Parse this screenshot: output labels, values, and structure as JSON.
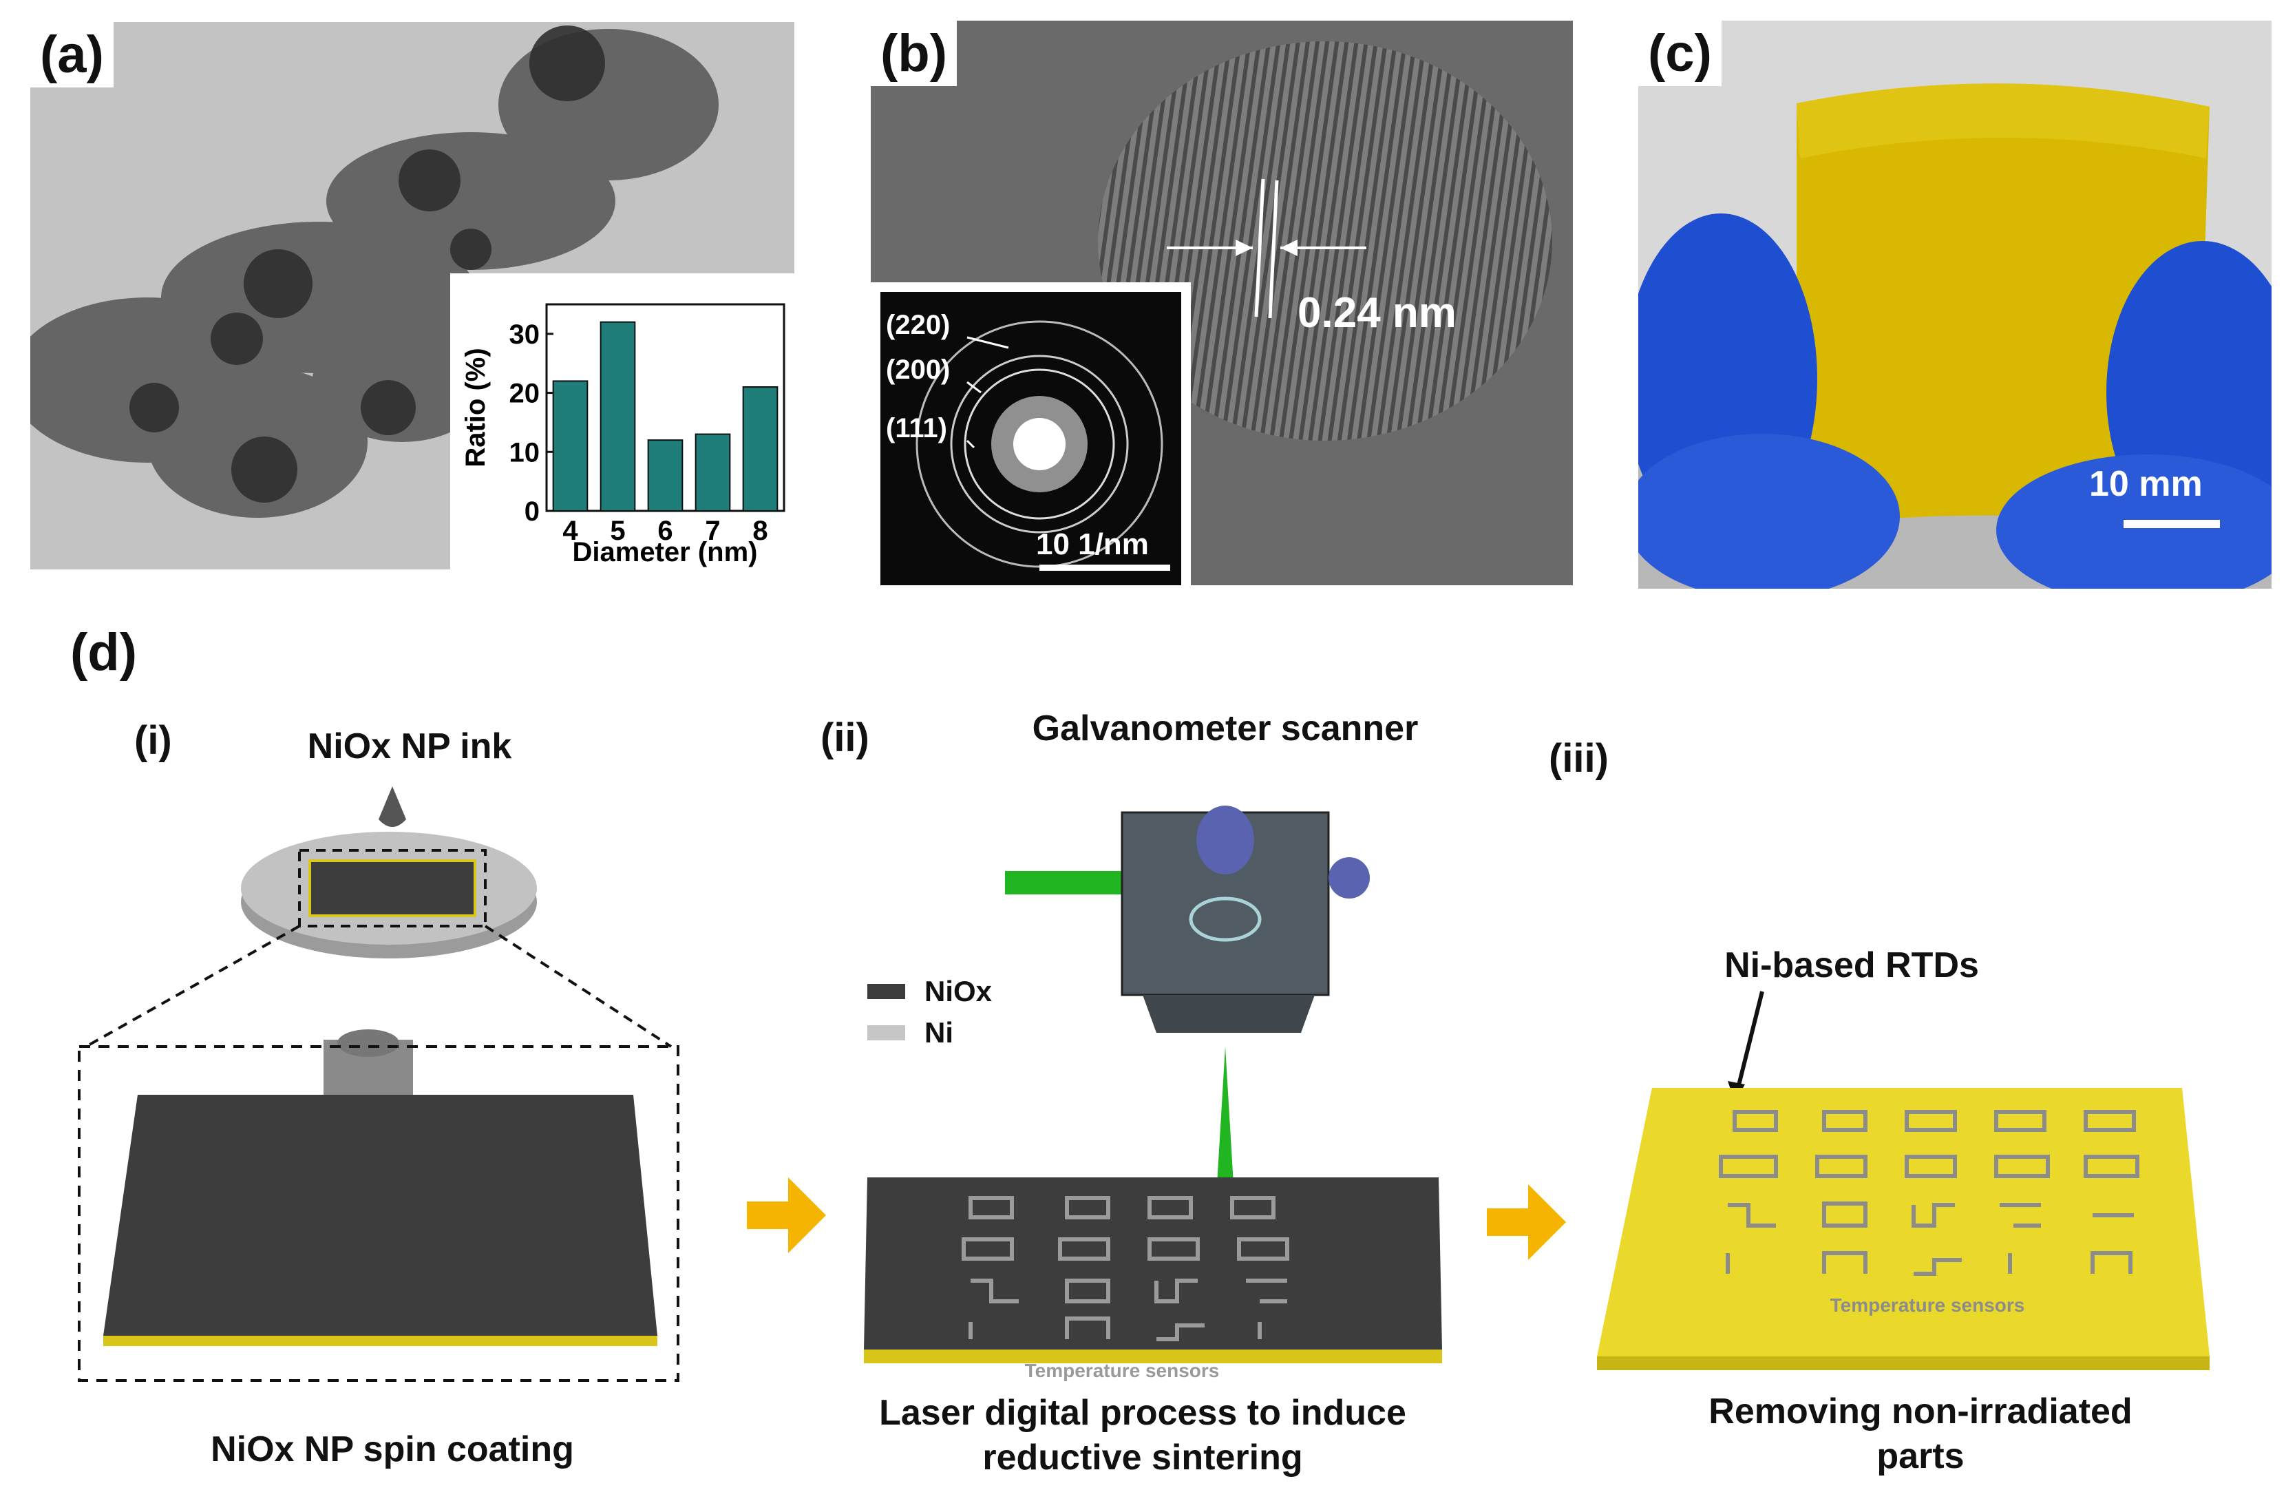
{
  "panels": {
    "a": {
      "letter": "(a)",
      "chart_data": {
        "type": "bar",
        "categories": [
          "4",
          "5",
          "6",
          "7",
          "8"
        ],
        "values": [
          22,
          32,
          12,
          13,
          21
        ],
        "xlabel": "Diameter (nm)",
        "ylabel": "Ratio (%)",
        "ylim": [
          0,
          35
        ],
        "yticks": [
          "0",
          "10",
          "20",
          "30"
        ],
        "bar_color": "#1f7e7a"
      }
    },
    "b": {
      "letter": "(b)",
      "lattice_label": "0.24 nm",
      "saed_labels": [
        "(220)",
        "(200)",
        "(111)"
      ],
      "scale_label": "10 1/nm"
    },
    "c": {
      "letter": "(c)",
      "scale_label": "10 mm"
    },
    "d": {
      "letter": "(d)",
      "steps": [
        {
          "numeral": "(i)",
          "top_label": "NiOx NP ink",
          "caption": "NiOx NP spin coating"
        },
        {
          "numeral": "(ii)",
          "top_label": "Galvanometer scanner",
          "caption_line1": "Laser digital process to induce",
          "caption_line2": "reductive sintering"
        },
        {
          "numeral": "(iii)",
          "top_label": "Ni-based RTDs",
          "caption_line1": "Removing non-irradiated",
          "caption_line2": "parts"
        }
      ],
      "legend": [
        {
          "label": "NiOx",
          "color": "#3c3c3c"
        },
        {
          "label": "Ni",
          "color": "#c6c6c6"
        }
      ],
      "substrate_text": "Temperature sensors",
      "colors": {
        "arrow": "#f5b400",
        "film": "#3d3d3d",
        "polyimide": "#e5d526",
        "laser": "#22b522"
      }
    }
  }
}
